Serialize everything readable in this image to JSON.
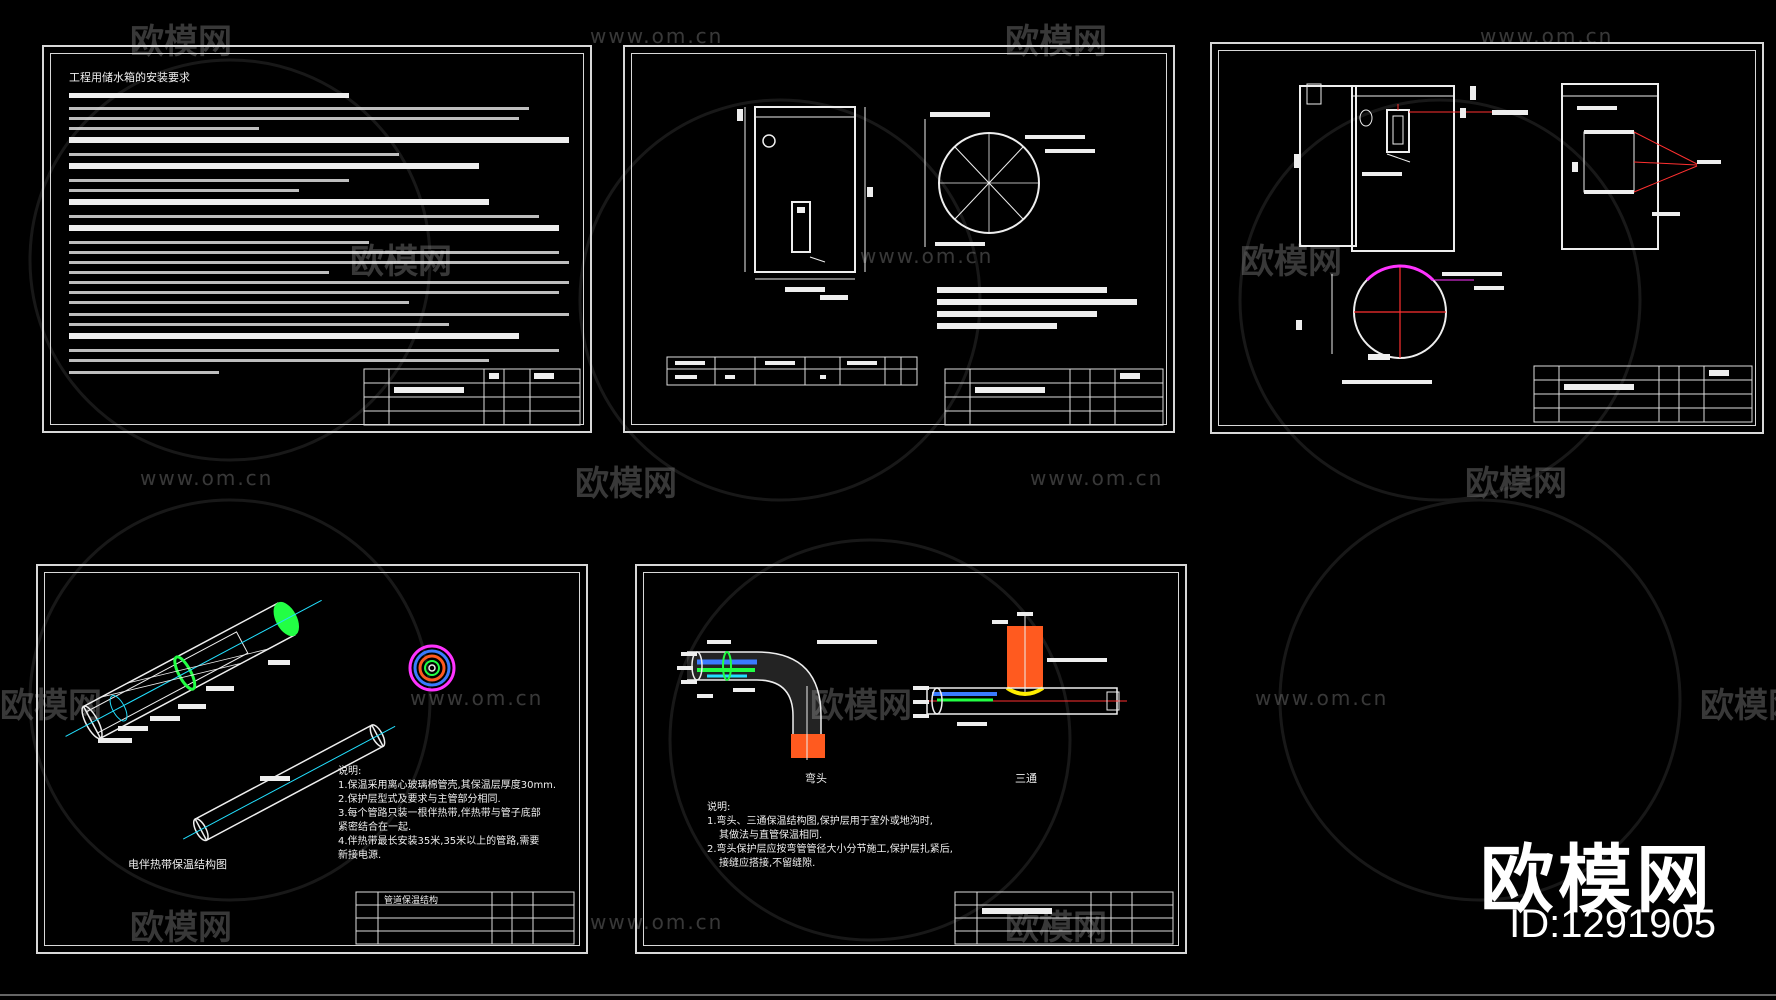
{
  "watermarks": {
    "url": "www.om.cn",
    "logo": "欧模网"
  },
  "brand": {
    "name": "欧模网",
    "id": "ID:1291905"
  },
  "sheet1": {
    "title": "工程用储水箱的安装要求"
  },
  "sheet4": {
    "caption": "电伴热带保温结构图",
    "notes": [
      "说明:",
      "1.保温采用离心玻璃棉管壳,其保温层厚度30mm.",
      "2.保护层型式及要求与主管部分相同.",
      "3.每个管路只装一根伴热带,伴热带与管子底部",
      "紧密结合在一起.",
      "4.伴热带最长安装35米,35米以上的管路,需要",
      "新接电源."
    ],
    "title_block": "管道保温结构"
  },
  "sheet5": {
    "label_elbow": "弯头",
    "label_tee": "三通",
    "notes": [
      "说明:",
      "1.弯头、三通保温结构图,保护层用于室外或地沟时,",
      "其做法与直管保温相同.",
      "2.弯头保护层应按弯管管径大小分节施工,保护层扎紧后,",
      "接缝应搭接,不留缝隙."
    ]
  },
  "colors": {
    "background": "#000000",
    "line": "#d8d8d8",
    "red": "#ff3030",
    "green": "#22ff44",
    "orange": "#ff5a1f",
    "blue": "#3a7bff",
    "magenta": "#ff33ff",
    "yellow": "#ffee00",
    "cyan": "#22e0ff"
  }
}
